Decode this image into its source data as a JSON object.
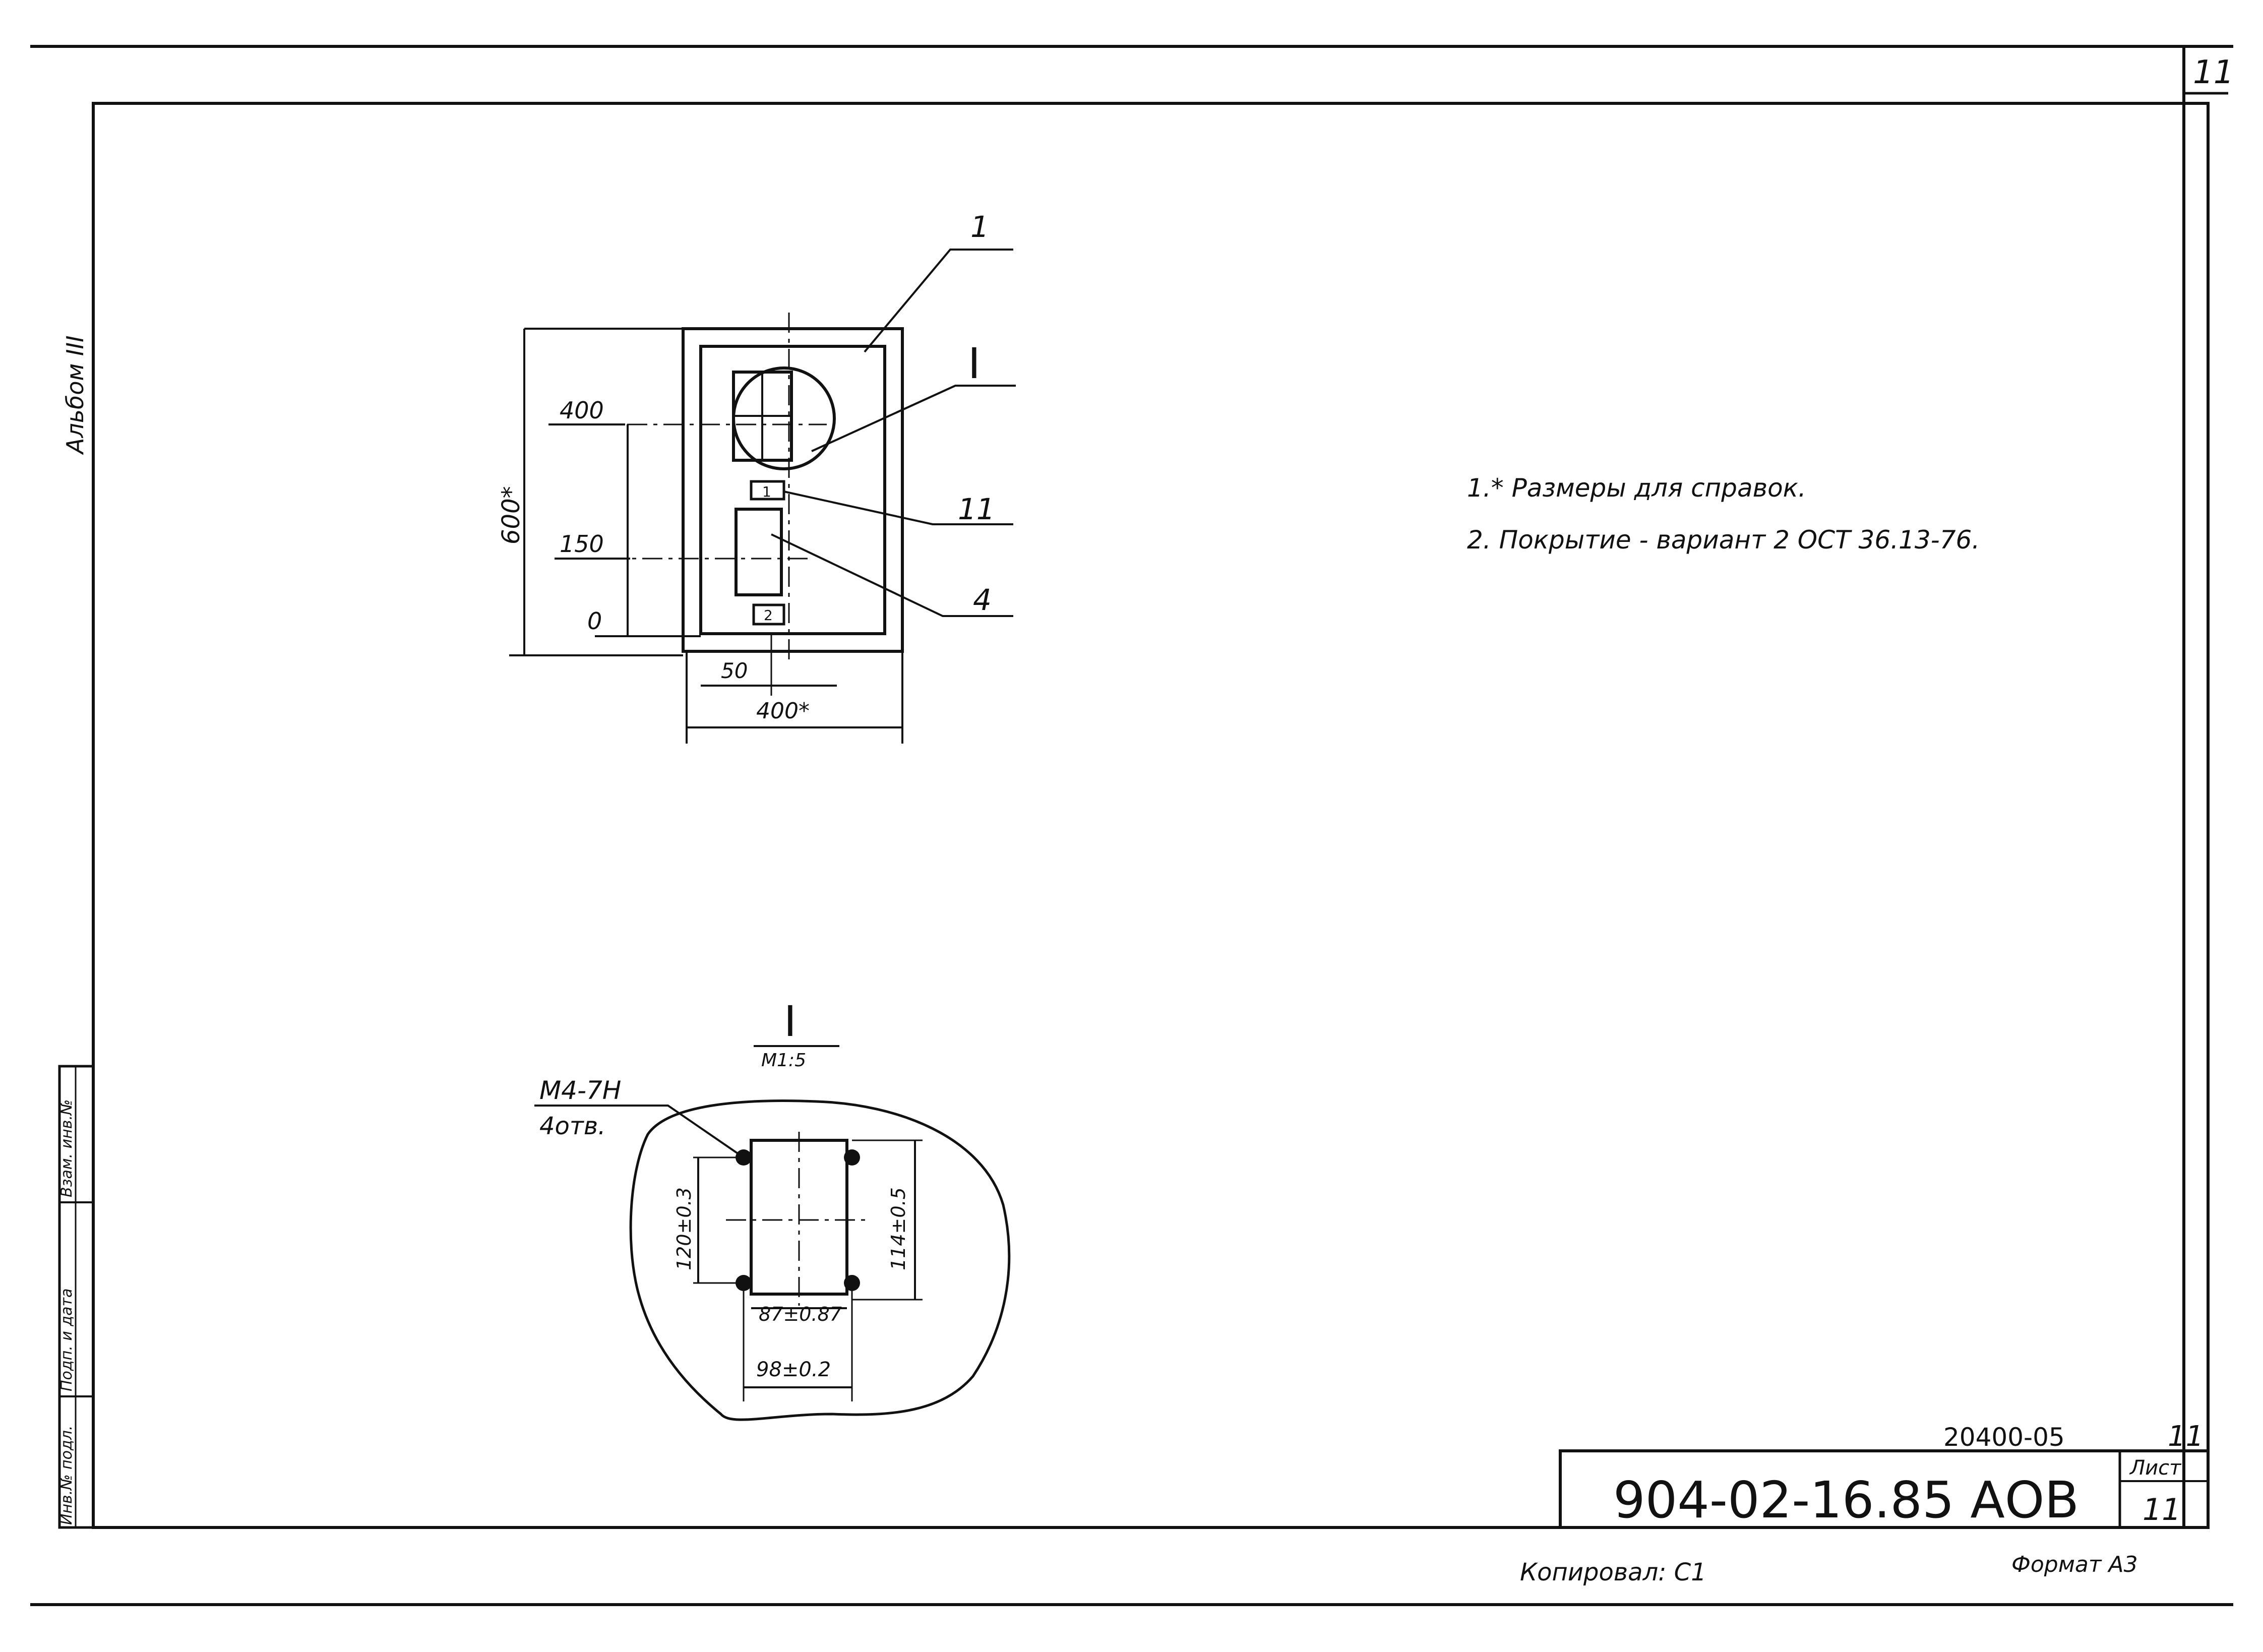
{
  "sheet": {
    "corner_number": "11",
    "album_label": "Альбом III",
    "side_stamp": [
      "Инв.№ подл.",
      "Подп. и дата",
      "Взам. инв.№"
    ]
  },
  "view_main": {
    "leader_labels": [
      "1",
      "I",
      "11",
      "4"
    ],
    "dim_vertical_total": "600*",
    "dim_levels": [
      "400",
      "150",
      "0"
    ],
    "dim_offset": "50",
    "dim_width": "400*",
    "detail_numbers": [
      "1",
      "2"
    ]
  },
  "detail_view": {
    "title": "I",
    "scale": "М1:5",
    "thread_label": "М4-7Н",
    "holes_label": "4отв.",
    "dim_left": "120±0.3",
    "dim_right": "114±0.5",
    "dim_inner": "87±0.87",
    "dim_outer": "98±0.2"
  },
  "notes": [
    "1.* Размеры для справок.",
    "2. Покрытие - вариант 2  ОСТ 36.13-76."
  ],
  "title_block": {
    "code": "20400-05",
    "code_sheet": "11",
    "designation": "904-02-16.85 АОВ",
    "sheet_label": "Лист",
    "sheet_number": "11"
  },
  "footer": {
    "copied": "Копировал: С1",
    "format": "Формат А3"
  }
}
